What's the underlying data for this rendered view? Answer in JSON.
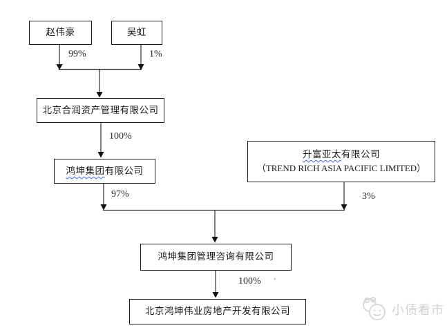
{
  "chart": {
    "title": "",
    "nodes": {
      "zhao_weihao": {
        "label": "赵伟豪"
      },
      "wu_hong": {
        "label": "吴虹"
      },
      "beijing_herun": {
        "label": "北京合润资产管理有限公司"
      },
      "hongkun_group": {
        "label_underlined": "鸿坤集团",
        "label_rest": "有限公司"
      },
      "trend_rich_asia": {
        "label_underlined": "升富亚太",
        "label_rest": "有限公司",
        "label_en": "（TREND RICH ASIA PACIFIC LIMITED）"
      },
      "hongkun_consulting": {
        "label": "鸿坤集团管理咨询有限公司"
      },
      "beijing_hongkun_weiye": {
        "label": "北京鸿坤伟业房地产开发有限公司"
      }
    },
    "edges": {
      "zhao_to_herun": "99%",
      "wu_to_herun": "1%",
      "herun_to_group": "100%",
      "group_to_consulting": "97%",
      "trend_to_consulting": "3%",
      "consulting_to_weiye": "100%",
      "stray_mark": "’"
    }
  },
  "watermark": {
    "text": "小债看市",
    "logo": "panda-logo-icon"
  },
  "colors": {
    "background": "#ffffff",
    "box_border": "#1a1a1a",
    "connector_line": "#3d3d3d",
    "arrowhead": "#111111",
    "wavy_underline": "#3a6bd8",
    "watermark": "#d2d2d2"
  }
}
